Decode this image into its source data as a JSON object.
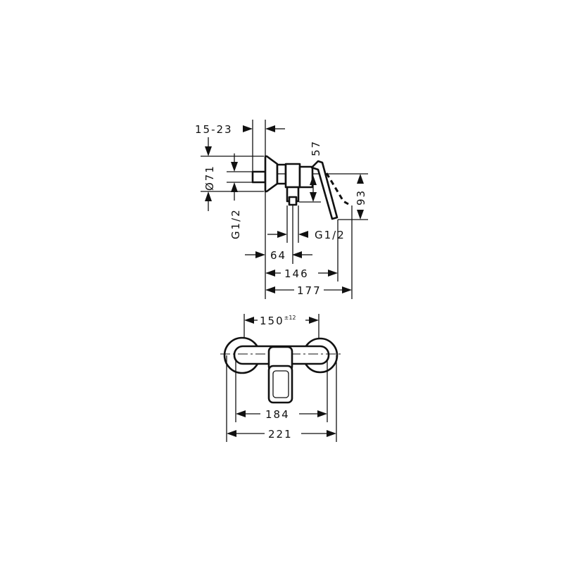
{
  "side_view": {
    "wall_thickness": "15-23",
    "flange_diameter": "Ø71",
    "inlet_thread_left": "G1/2",
    "lever_height": "57",
    "lever_drop": "93",
    "outlet_thread": "G1/2",
    "outlet_offset": "64",
    "lever_depth": "146",
    "total_depth": "177"
  },
  "front_view": {
    "center_distance": "150",
    "center_tolerance": "±12",
    "bar_width": "184",
    "total_width": "221"
  }
}
